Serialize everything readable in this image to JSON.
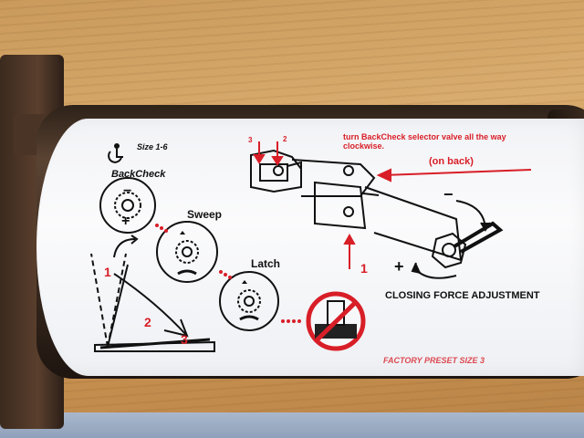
{
  "instruction_text": "turn BackCheck selector valve all the way clockwise.",
  "size_text": "Size 1-6",
  "backcheck_label": "BackCheck",
  "sweep_label": "Sweep",
  "latch_label": "Latch",
  "on_back_label": "(on back)",
  "closing_force_label": "CLOSING FORCE ADJUSTMENT",
  "footer_text": "FACTORY PRESET SIZE 3",
  "numbers": {
    "one": "1",
    "two": "2",
    "three": "3",
    "valve_one": "1",
    "top_three": "3",
    "top_two": "2"
  },
  "signs": {
    "minus": "−",
    "plus": "+",
    "cf_minus": "−",
    "cf_plus": "+"
  },
  "colors": {
    "red": "#d81e27",
    "black": "#111111",
    "label_bg": "#f7f8fa"
  }
}
